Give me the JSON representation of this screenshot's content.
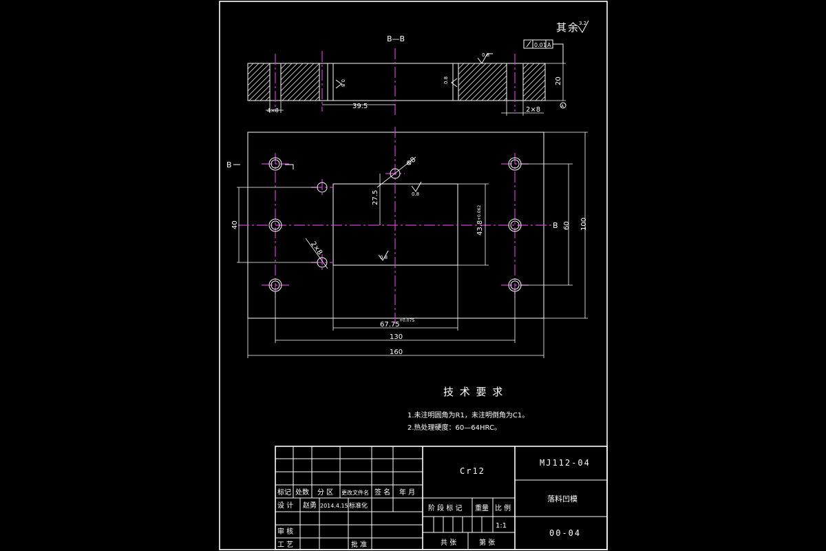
{
  "section": {
    "label": "B—B",
    "other_roughness": "其余",
    "other_roughness_value": "3.2",
    "flatness_box": "0.01",
    "flatness_datum": "A",
    "datum_symbol": "A",
    "dim_thickness": "20",
    "dim_39_5": "39.5",
    "dim_4x8": "4×8",
    "dim_2x8": "2×8",
    "roughness_top": "0.8",
    "roughness_hole_left": "0.8",
    "roughness_hole_right": "0.8"
  },
  "plan": {
    "section_mark_left": "B",
    "section_mark_right": "B",
    "dim_phi8": "Φ8",
    "dim_27_5": "27.5",
    "dim_40": "40",
    "dim_2x8_diag": "2×8",
    "dim_43_8": "43.8",
    "dim_43_8_tol": "+0.062",
    "dim_60": "60",
    "dim_100": "100",
    "dim_67_75": "67.75",
    "dim_67_75_tol": "+0.075",
    "dim_130": "130",
    "dim_160": "160",
    "roughness_cavity": "0.8",
    "roughness_bottom": "0.8"
  },
  "tech": {
    "title": "技 术 要 求",
    "line1": "1.未注明圆角为R1，未注明倒角为C1。",
    "line2": "2.热处理硬度：60—64HRC。"
  },
  "titleblock": {
    "material": "Cr12",
    "drawing_no": "MJ112-04",
    "part_name": "落料凹模",
    "code": "00-04",
    "scale": "1:1",
    "h_mark": "标记",
    "h_count": "处数",
    "h_zone": "分 区",
    "h_docno": "更改文件名",
    "h_sign": "签 名",
    "h_date": "年 月",
    "design": "设 计",
    "designer": "赵勇",
    "design_date": "2014.4.15",
    "standardize": "标准化",
    "stage": "阶 段 标 记",
    "weight": "重量",
    "ratio": "比 例",
    "review": "审 核",
    "process": "工 艺",
    "approve": "批 准",
    "total": "共  张",
    "sheet": "第  张"
  }
}
